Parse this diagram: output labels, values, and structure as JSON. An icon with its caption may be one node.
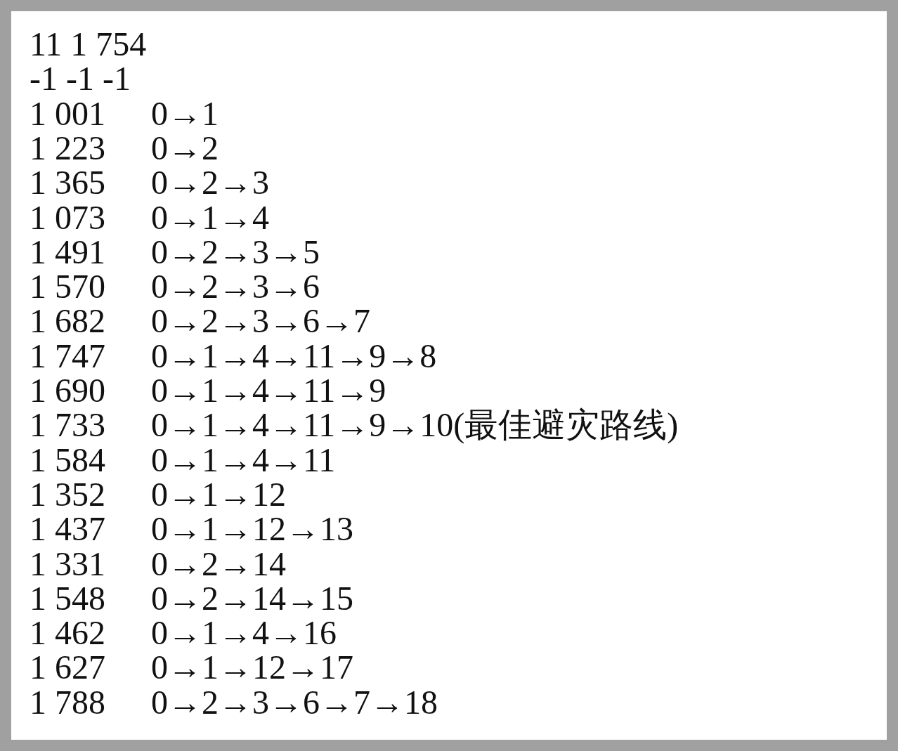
{
  "diagram": {
    "labels": [
      "11 1 754",
      "-1 -1 -1",
      "1 001",
      "0→1",
      "1 223",
      "0→2",
      "1 365",
      "0→2→3",
      "1 073",
      "0→1→4",
      "1 491",
      "0→2→3→5",
      "1 570",
      "0→2→3→6",
      "1 682",
      "0→2→3→6→7",
      "1 747",
      "0→1→4→11→9→8",
      "1 690",
      "0→1→4→11→9",
      "1 733",
      "0→1→4→11→9→10(最佳避灾路线)",
      "1 584",
      "0→1→4→11",
      "1 352",
      "0→1→12",
      "1 437",
      "0→1→12→13",
      "1 331",
      "0→2→14",
      "1 548",
      "0→2→14→15",
      "1 462",
      "0→1→4→16",
      "1 627",
      "0→1→12→17",
      "1 788",
      "0→2→3→6→7→18"
    ]
  }
}
